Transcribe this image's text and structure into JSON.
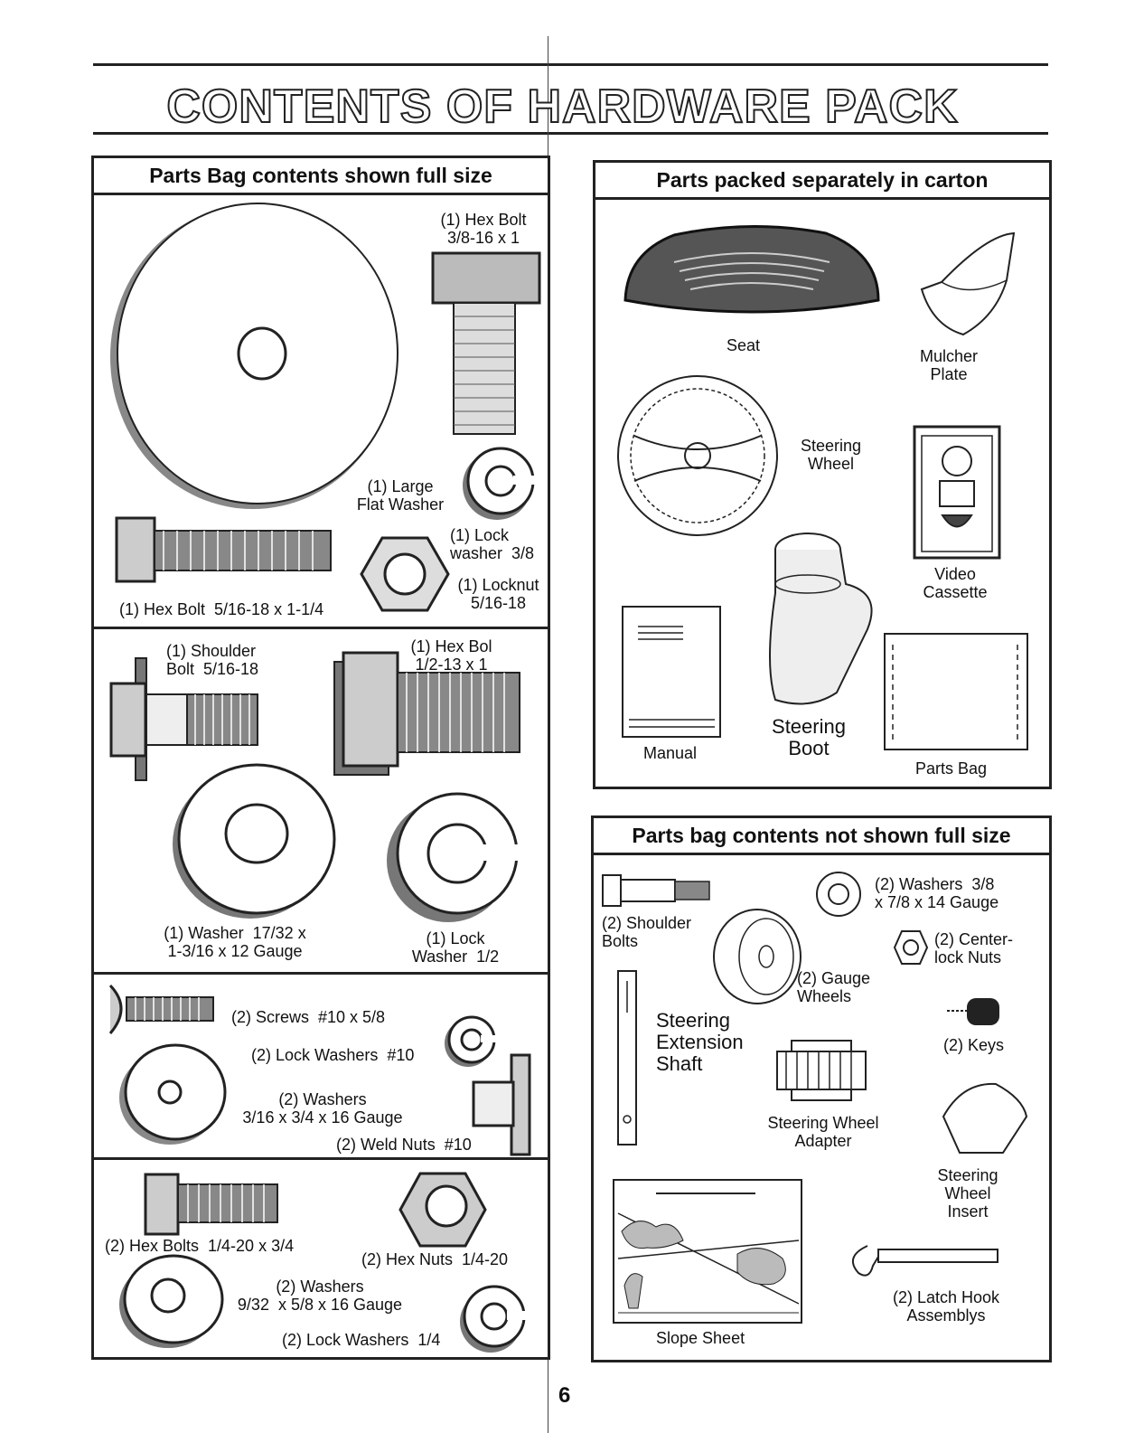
{
  "page": {
    "title": "CONTENTS OF HARDWARE PACK",
    "page_number": "6"
  },
  "left_panel": {
    "heading": "Parts Bag contents shown full size",
    "section1": {
      "hex_bolt_a": "(1) Hex Bolt\n3/8-16 x 1",
      "large_flat_washer": "(1) Large\nFlat Washer",
      "lock_washer_38": "(1) Lock\nwasher  3/8",
      "locknut": "(1) Locknut\n5/16-18",
      "hex_bolt_b": "(1) Hex Bolt  5/16-18 x 1-1/4"
    },
    "section2": {
      "shoulder_bolt": "(1) Shoulder\nBolt  5/16-18",
      "hex_bolt_c": "(1) Hex Bol\n1/2-13 x 1",
      "washer_1732": "(1) Washer  17/32 x\n1-3/16 x 12 Gauge",
      "lock_washer_12": "(1) Lock\nWasher  1/2"
    },
    "section3": {
      "screws": "(2) Screws  #10 x 5/8",
      "lock_washers_10": "(2) Lock Washers  #10",
      "washers_316": "(2) Washers\n3/16 x 3/4 x 16 Gauge",
      "weld_nuts": "(2) Weld Nuts  #10"
    },
    "section4": {
      "hex_bolts": "(2) Hex Bolts  1/4-20 x 3/4",
      "hex_nuts": "(2) Hex Nuts  1/4-20",
      "washers_932": "(2) Washers\n9/32  x 5/8 x 16 Gauge",
      "lock_washers_14": "(2) Lock Washers  1/4"
    }
  },
  "right_top_panel": {
    "heading": "Parts packed separately in carton",
    "seat": "Seat",
    "mulcher_plate": "Mulcher\nPlate",
    "steering_wheel": "Steering\nWheel",
    "video_cassette": "Video\nCassette",
    "manual": "Manual",
    "steering_boot": "Steering\nBoot",
    "parts_bag": "Parts Bag"
  },
  "right_bottom_panel": {
    "heading": "Parts bag contents not shown full size",
    "shoulder_bolts": "(2) Shoulder\nBolts",
    "washers_38": "(2) Washers  3/8\nx 7/8 x 14 Gauge",
    "center_lock_nuts": "(2) Center-\nlock Nuts",
    "gauge_wheels": "(2) Gauge\nWheels",
    "steering_extension_shaft": "Steering\nExtension\nShaft",
    "keys": "(2) Keys",
    "steering_wheel_adapter": "Steering Wheel\nAdapter",
    "steering_wheel_insert": "Steering\nWheel\nInsert",
    "slope_sheet": "Slope Sheet",
    "latch_hook": "(2) Latch Hook\nAssemblys"
  }
}
